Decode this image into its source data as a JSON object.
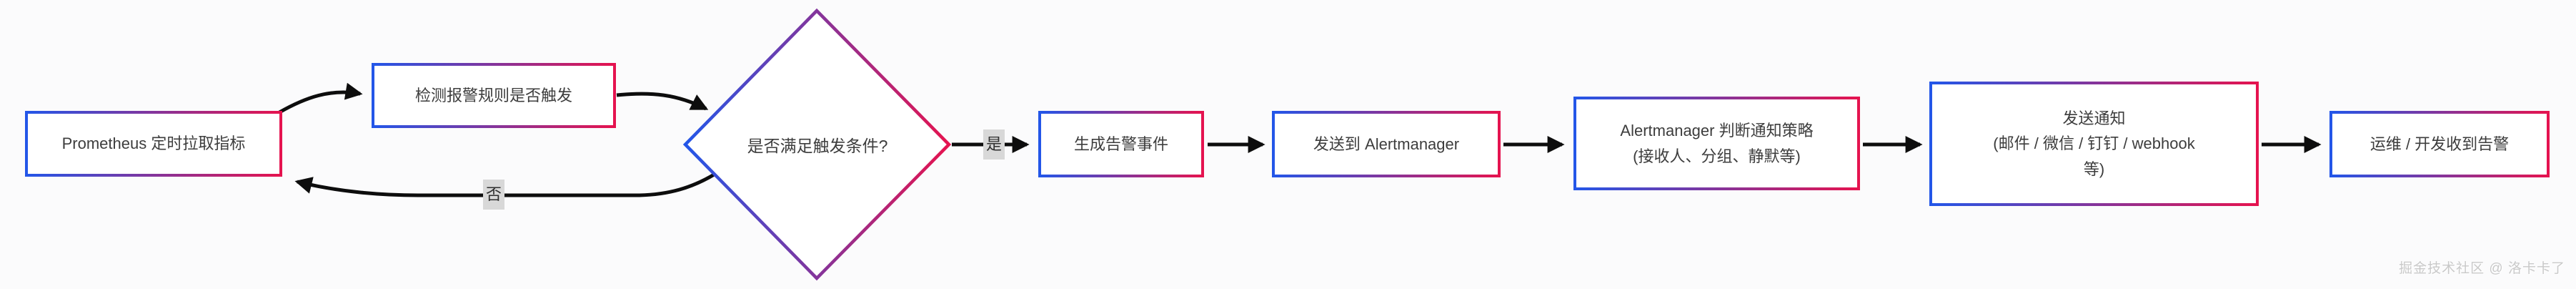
{
  "diagram": {
    "type": "flowchart",
    "nodes": [
      {
        "id": "prometheus-pull",
        "shape": "rect",
        "lines": [
          "Prometheus 定时拉取指标"
        ]
      },
      {
        "id": "check-alert-rules",
        "shape": "rect",
        "lines": [
          "检测报警规则是否触发"
        ]
      },
      {
        "id": "trigger-condition",
        "shape": "diamond",
        "lines": [
          "是否满足触发条件?"
        ]
      },
      {
        "id": "generate-alert-event",
        "shape": "rect",
        "lines": [
          "生成告警事件"
        ]
      },
      {
        "id": "send-to-alertmanager",
        "shape": "rect",
        "lines": [
          "发送到 Alertmanager"
        ]
      },
      {
        "id": "alertmanager-policy",
        "shape": "rect",
        "lines": [
          "Alertmanager 判断通知策略",
          "(接收人、分组、静默等)"
        ]
      },
      {
        "id": "send-notification",
        "shape": "rect",
        "lines": [
          "发送通知",
          "(邮件 / 微信 / 钉钉 / webhook",
          "等)"
        ]
      },
      {
        "id": "ops-receive-alert",
        "shape": "rect",
        "lines": [
          "运维 / 开发收到告警"
        ]
      }
    ],
    "edges": [
      {
        "from": "prometheus-pull",
        "to": "check-alert-rules",
        "label": ""
      },
      {
        "from": "check-alert-rules",
        "to": "trigger-condition",
        "label": ""
      },
      {
        "from": "trigger-condition",
        "to": "generate-alert-event",
        "label": "是"
      },
      {
        "from": "trigger-condition",
        "to": "prometheus-pull",
        "label": "否"
      },
      {
        "from": "generate-alert-event",
        "to": "send-to-alertmanager",
        "label": ""
      },
      {
        "from": "send-to-alertmanager",
        "to": "alertmanager-policy",
        "label": ""
      },
      {
        "from": "alertmanager-policy",
        "to": "send-notification",
        "label": ""
      },
      {
        "from": "send-notification",
        "to": "ops-receive-alert",
        "label": ""
      }
    ],
    "edge_labels": {
      "yes": "是",
      "no": "否"
    },
    "watermark": "掘金技术社区 @ 洛卡卡了",
    "colors": {
      "border_gradient_start": "#2356E8",
      "border_gradient_end": "#E5134F",
      "arrow": "#0d0d0d",
      "text": "#3d3d3d",
      "edge_label_bg": "#d8d8d8",
      "watermark_text": "#c9c9c9"
    }
  }
}
